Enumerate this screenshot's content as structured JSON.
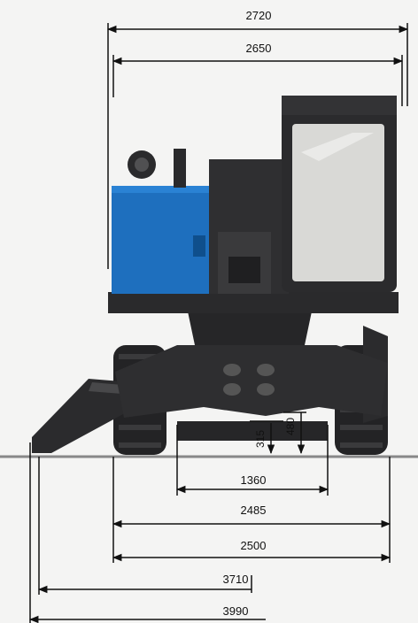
{
  "figure": {
    "dimensions": {
      "width_2720": "2720",
      "width_2650": "2650",
      "ground_clearance_315": "315",
      "ground_clearance_480": "480",
      "track_1360": "1360",
      "width_2485": "2485",
      "width_2500": "2500",
      "width_3710": "3710",
      "width_3990": "3990"
    },
    "colors": {
      "body_blue": "#1e6fbe",
      "chassis": "#2b2b2d",
      "cab_glass": "#d9d9d6",
      "line": "#111111"
    }
  }
}
